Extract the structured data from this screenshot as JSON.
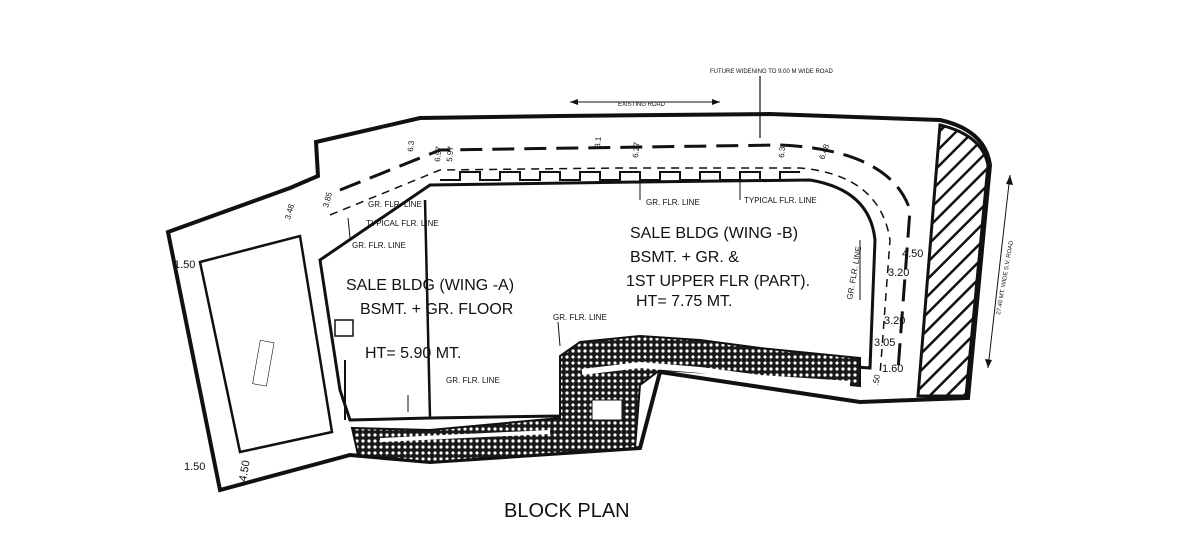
{
  "title": "BLOCK PLAN",
  "colors": {
    "ink": "#111111",
    "paper": "#ffffff"
  },
  "annotations": {
    "road_widening": "FUTURE WIDENING TO 9.00 M WIDE ROAD",
    "existing_road": "EXISTING ROAD",
    "side_road": "27.40 MT. WIDE S.V. ROAD"
  },
  "wing_a": {
    "name": "SALE BLDG (WING -A)",
    "floors": "BSMT.  + GR. FLOOR",
    "height": "HT= 5.90 MT."
  },
  "wing_b": {
    "name": "SALE BLDG (WING -B)",
    "floors_1": "BSMT.  + GR. &",
    "floors_2": "1ST  UPPER FLR (PART).",
    "height": "HT= 7.75 MT."
  },
  "line_labels": {
    "gr_flr_line": "GR. FLR. LINE",
    "typical_flr_line": "TYPICAL FLR. LINE"
  },
  "dimensions": {
    "left_top": "1.50",
    "left_bottom": "1.50",
    "left_bottom_vertical": "4.50",
    "left_diag_a": "3.48",
    "left_diag_b": "3.85",
    "top_1": "6.3",
    "top_2": "6.97",
    "top_3": "5.97",
    "top_4": "3.1",
    "top_5": "6.27",
    "top_6": "6.3",
    "top_7": "6.48",
    "right_1": "4.50",
    "right_2": "3.20",
    "right_3": "3.20",
    "right_4": "3.05",
    "right_5": "1.60",
    "right_6": ".50"
  }
}
